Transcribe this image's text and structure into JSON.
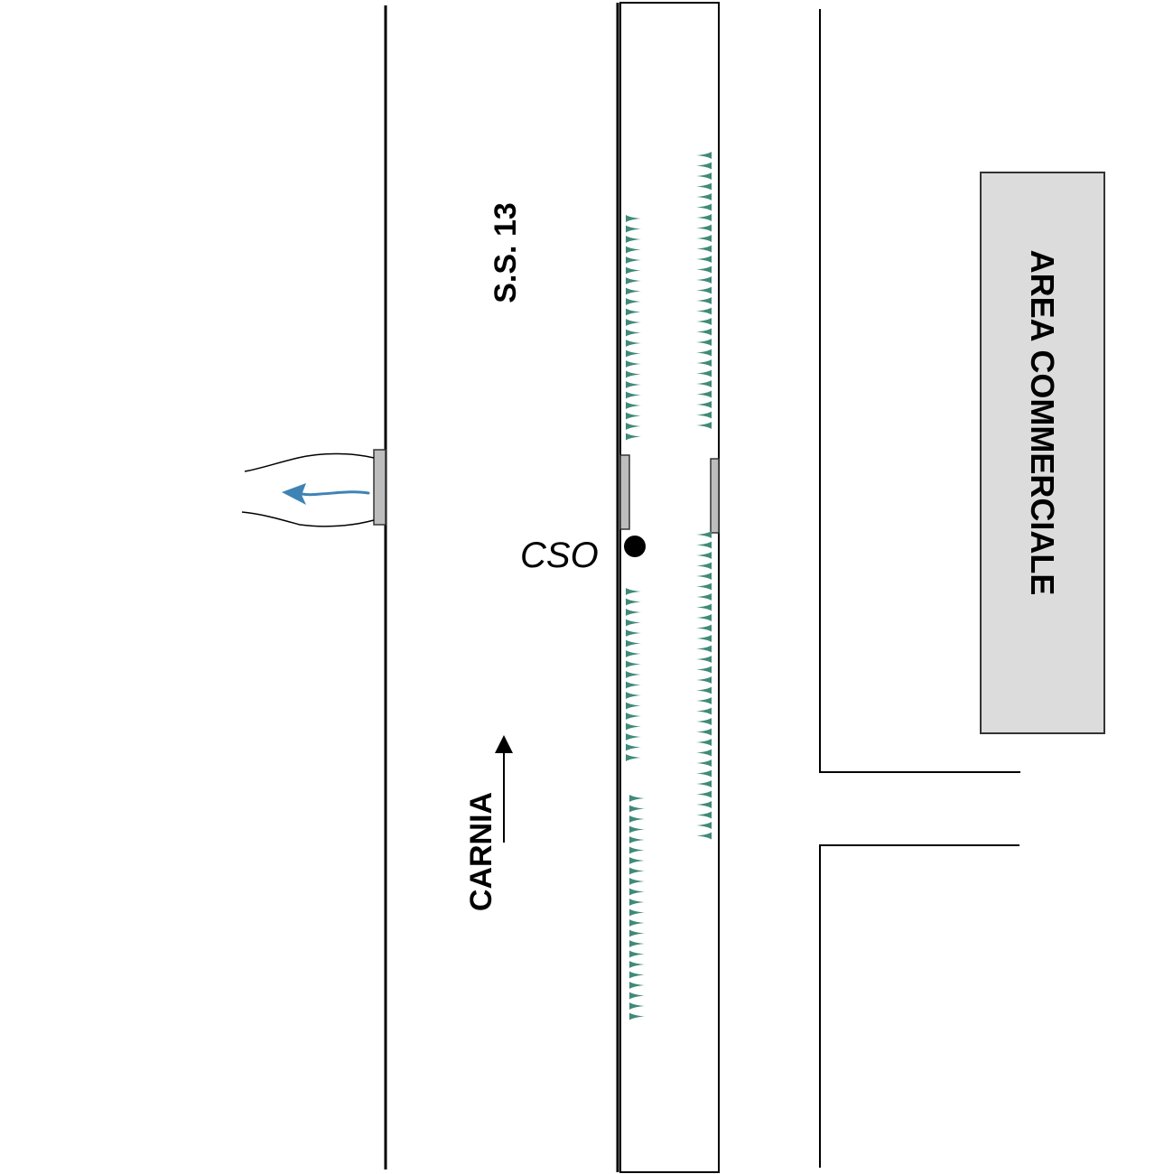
{
  "labels": {
    "road": "S.S. 13",
    "direction": "CARNIA",
    "commercial_area": "AREA COMMERCIALE",
    "cso": "CSO"
  },
  "colors": {
    "line": "#000000",
    "vegetation": "#3f8a78",
    "flow_arrow": "#3f83b5",
    "area_fill": "#dcdcdc",
    "area_stroke": "#333333",
    "outlet_fill": "#bdbdbd",
    "background": "#ffffff"
  },
  "icons": {
    "vegetation": "grass-tuft-icon",
    "flow": "flow-arrow-icon",
    "direction": "direction-arrow-icon",
    "cso": "cso-point-icon"
  }
}
